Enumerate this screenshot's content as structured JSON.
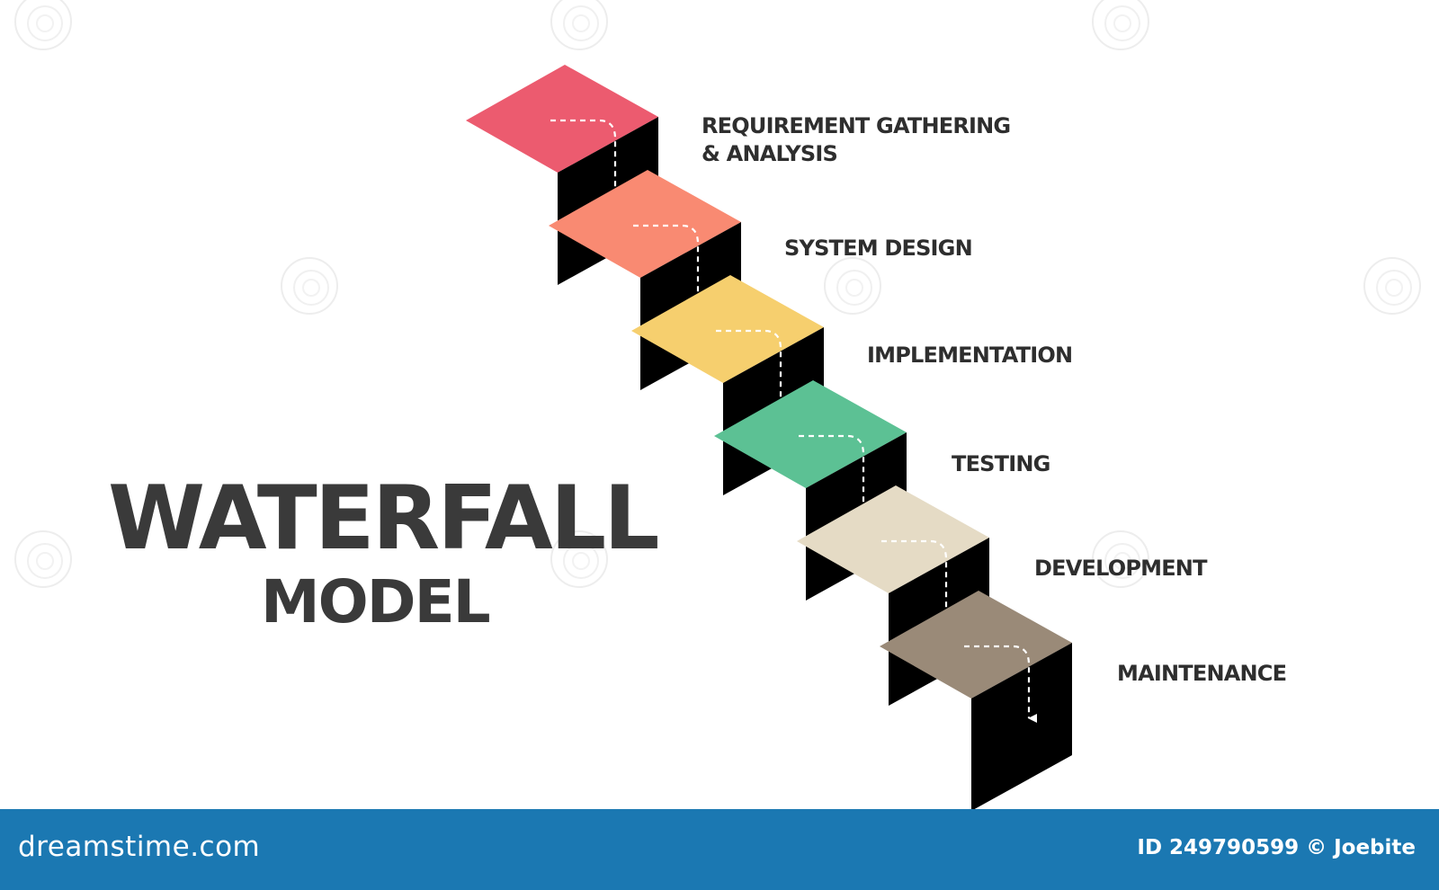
{
  "title": {
    "main": "WATERFALL",
    "sub": "MODEL"
  },
  "steps": [
    {
      "lines": [
        "REQUIREMENT GATHERING",
        "& ANALYSIS"
      ],
      "color": "#ec5b6f"
    },
    {
      "lines": [
        "SYSTEM DESIGN"
      ],
      "color": "#f98a72"
    },
    {
      "lines": [
        "IMPLEMENTATION"
      ],
      "color": "#f6cf6e"
    },
    {
      "lines": [
        "TESTING"
      ],
      "color": "#5cc194"
    },
    {
      "lines": [
        "DEVELOPMENT"
      ],
      "color": "#e5dbc5"
    },
    {
      "lines": [
        "MAINTENANCE"
      ],
      "color": "#9a8a78"
    }
  ],
  "riser_color": "#000000",
  "text_color": "#2e2e2e",
  "footer": {
    "brand": "dreamstime.com",
    "id_text": "ID 249790599 © Joebite",
    "background": "#1b78b2"
  }
}
